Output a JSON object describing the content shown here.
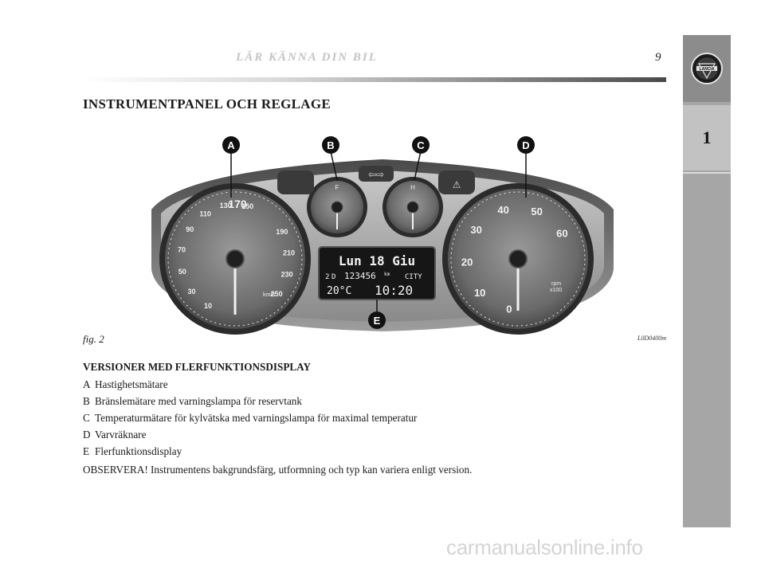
{
  "header": {
    "title": "LÄR KÄNNA DIN BIL",
    "page_number": "9"
  },
  "sidebar": {
    "chapter": "1",
    "logo_text": "LANCIA"
  },
  "section_heading": "INSTRUMENTPANEL OCH REGLAGE",
  "figure": {
    "caption": "fig. 2",
    "code": "L0D0400m",
    "callouts": [
      "A",
      "B",
      "C",
      "D",
      "E"
    ],
    "speedometer": {
      "inner_ticks": [
        "10",
        "30",
        "50",
        "70",
        "90",
        "110",
        "130",
        "150",
        "170",
        "190",
        "210",
        "230",
        "250"
      ],
      "unit": "km/h"
    },
    "fuel_gauge": {
      "label": "F"
    },
    "temp_gauge": {
      "label": "H"
    },
    "tachometer": {
      "ticks": [
        "0",
        "10",
        "20",
        "30",
        "40",
        "50",
        "60"
      ],
      "unit_line1": "rpm",
      "unit_line2": "x100"
    },
    "display": {
      "line1": "Lun 18 Giu",
      "gear": "2",
      "gear_suffix": "D",
      "odometer": "123456",
      "odo_unit": "km",
      "mode": "CITY",
      "temp": "20°C",
      "time": "10:20"
    }
  },
  "legend": {
    "subtitle": "VERSIONER MED FLERFUNKTIONSDISPLAY",
    "items": [
      {
        "key": "A",
        "text": "Hastighetsmätare"
      },
      {
        "key": "B",
        "text": "Bränslemätare med varningslampa för reservtank"
      },
      {
        "key": "C",
        "text": "Temperaturmätare för kylvätska med varningslampa för maximal temperatur"
      },
      {
        "key": "D",
        "text": "Varvräknare"
      },
      {
        "key": "E",
        "text": "Flerfunktionsdisplay"
      }
    ],
    "note": "OBSERVERA! Instrumentens bakgrundsfärg, utformning och typ kan variera enligt version."
  },
  "watermark": "carmanualsonline.info"
}
